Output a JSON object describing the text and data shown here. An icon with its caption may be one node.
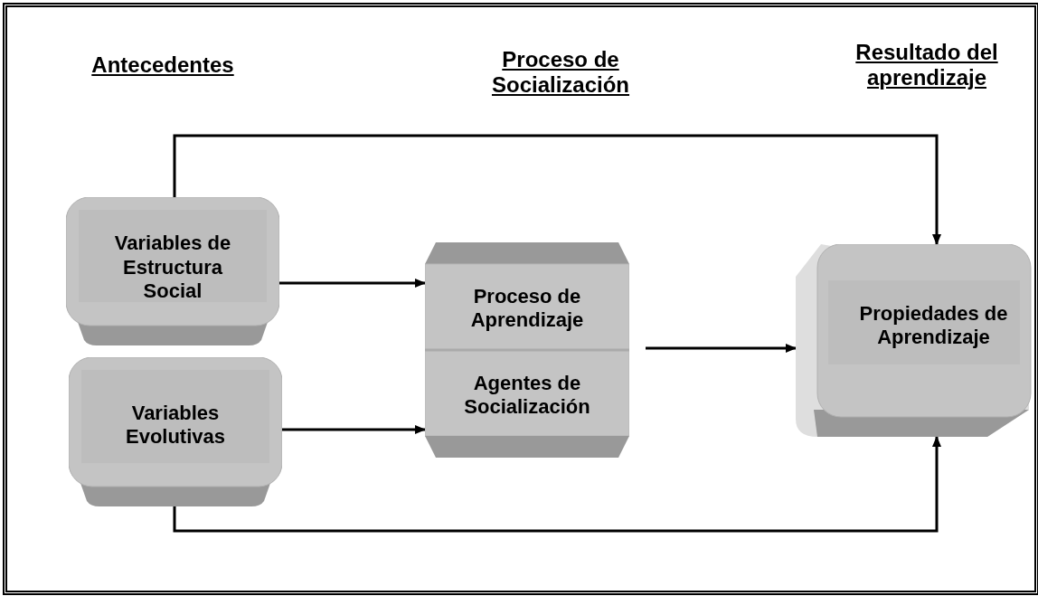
{
  "diagram": {
    "nodes": [
      {
        "text": [
          "Variables de Estructura Social"
        ]
      },
      {
        "text": [
          "Variables Evolutivas"
        ]
      },
      {
        "text": [
          "Proceso de Aprendizaje",
          "Agentes de Socialización"
        ]
      },
      {
        "text": [
          "Propiedades de Aprendizaje"
        ]
      }
    ],
    "edges": [
      {
        "from": 0,
        "to": 3,
        "arrow": "to"
      },
      {
        "from": 0,
        "to": 2,
        "arrow": "to"
      },
      {
        "from": 1,
        "to": 2,
        "arrow": "to"
      },
      {
        "from": 2,
        "to": 3,
        "arrow": "to"
      },
      {
        "from": 1,
        "to": 3,
        "arrow": "to"
      }
    ],
    "labels": [
      "Antecedentes",
      "Proceso de Socialización",
      "Resultado del aprendizaje"
    ]
  }
}
